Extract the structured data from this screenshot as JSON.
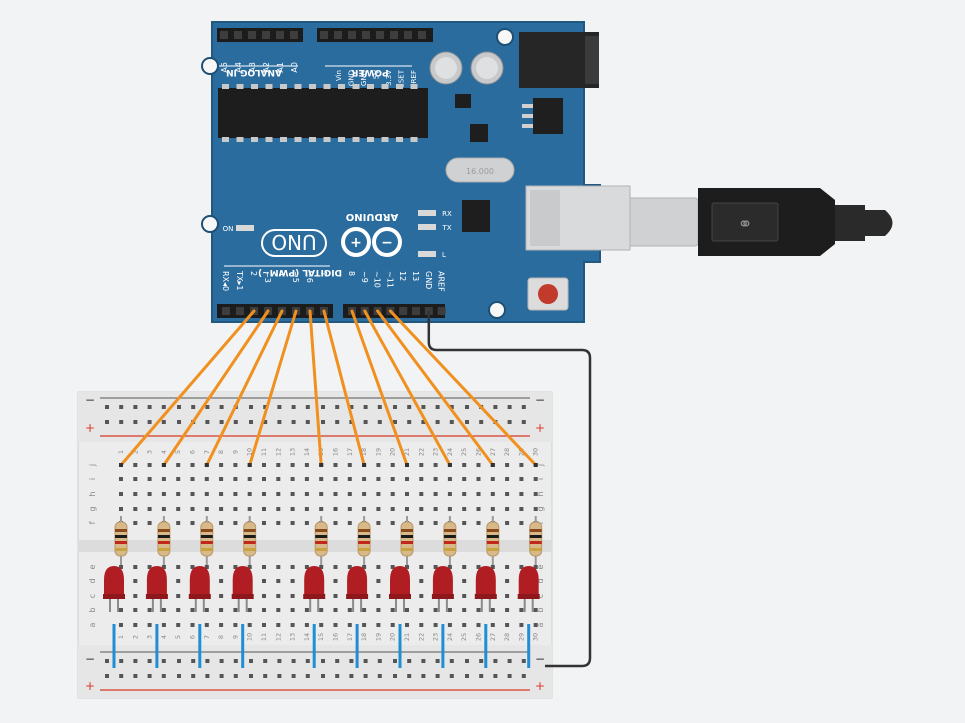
{
  "board": {
    "brand": "ARDUINO",
    "model": "UNO",
    "analog_header_title": "ANALOG IN",
    "analog_pins": [
      "A5",
      "A4",
      "A3",
      "A2",
      "A1",
      "A0"
    ],
    "power_header_title": "POWER",
    "power_pins": [
      "Vin",
      "GND",
      "GND",
      "5V",
      "3.3V",
      "RESET",
      "IOREF"
    ],
    "digital_header_title": "DIGITAL (PWM~)",
    "digital_pins": [
      "RX◂0",
      "TX▸1",
      "2",
      "~3",
      "4",
      "~5",
      "~6",
      "7",
      "8",
      "~9",
      "~10",
      "~11",
      "12",
      "13",
      "GND",
      "AREF"
    ],
    "led_labels": {
      "on": "ON",
      "rx": "RX",
      "tx": "TX",
      "l": "L"
    },
    "crystal_label": "16.000"
  },
  "breadboard": {
    "columns": 30,
    "top_row_letters": [
      "j",
      "i",
      "h",
      "g",
      "f"
    ],
    "bottom_row_letters": [
      "e",
      "d",
      "c",
      "b",
      "a"
    ],
    "rail_minus": "−",
    "rail_plus": "+"
  },
  "circuit": {
    "led_count": 10,
    "led_color": "#b01e23",
    "wire_signal_color": "#f0901f",
    "wire_ground_color": "#1f8ed6",
    "wire_gnd_main_color": "#333333",
    "connections": [
      {
        "pin": "2",
        "column": 1
      },
      {
        "pin": "~3",
        "column": 4
      },
      {
        "pin": "4",
        "column": 7
      },
      {
        "pin": "~5",
        "column": 10
      },
      {
        "pin": "~6",
        "column": 15
      },
      {
        "pin": "7",
        "column": 18
      },
      {
        "pin": "8",
        "column": 21
      },
      {
        "pin": "~9",
        "column": 24
      },
      {
        "pin": "~10",
        "column": 27
      },
      {
        "pin": "~11",
        "column": 30
      }
    ]
  }
}
